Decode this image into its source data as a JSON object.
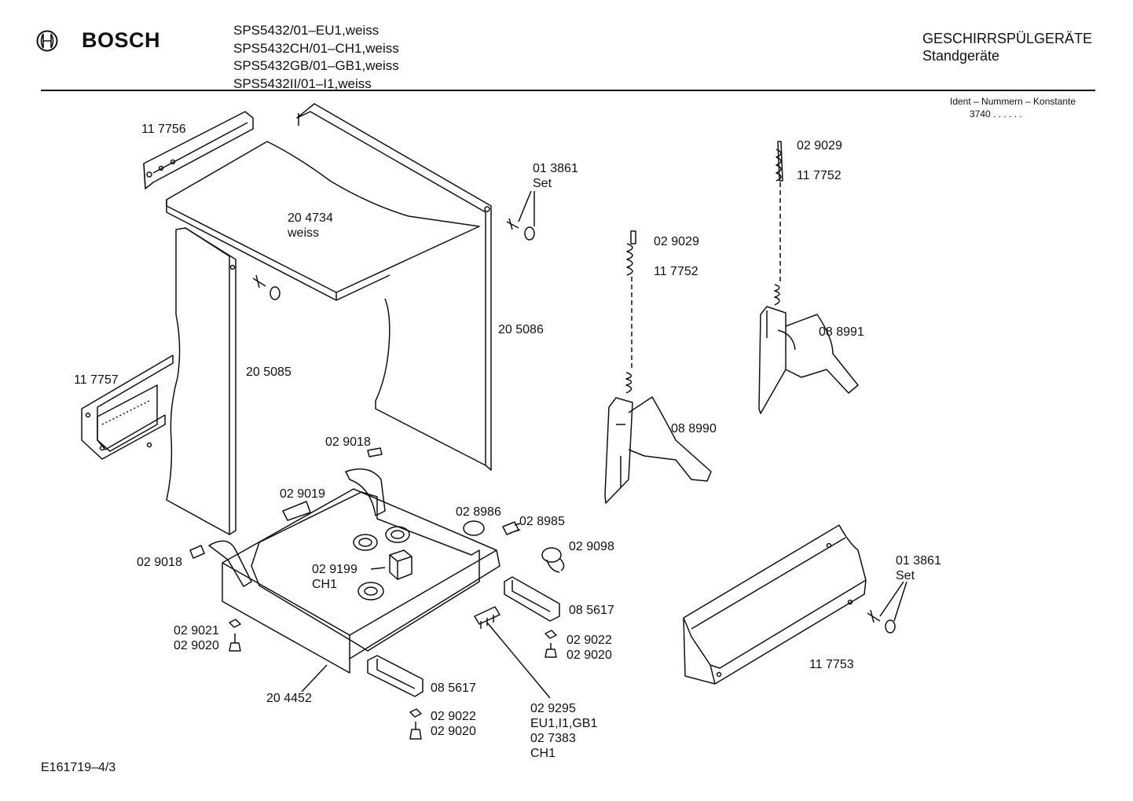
{
  "header": {
    "brand": "BOSCH",
    "models": [
      "SPS5432/01–EU1,weiss",
      "SPS5432CH/01–CH1,weiss",
      "SPS5432GB/01–GB1,weiss",
      "SPS5432II/01–I1,weiss"
    ],
    "category": "GESCHIRRSPÜLGERÄTE",
    "subcategory": "Standgeräte"
  },
  "ident": {
    "label": "Ident – Nummern – Konstante",
    "value": "3740  .  .  .  .  .  ."
  },
  "drawing_code": "E161719–4/3",
  "parts": {
    "p117756": "11 7756",
    "p204734": "20 4734",
    "p204734_color": "weiss",
    "p013861a": "01 3861",
    "p013861a_note": "Set",
    "p029029a": "02 9029",
    "p117752a": "11 7752",
    "p029029b": "02 9029",
    "p117752b": "11 7752",
    "p205086": "20 5086",
    "p088991": "08 8991",
    "p117757": "11 7757",
    "p205085": "20 5085",
    "p088990": "08 8990",
    "p029018a": "02 9018",
    "p029019": "02 9019",
    "p028986": "02 8986",
    "p028985": "02 8985",
    "p029098": "02 9098",
    "p029018b": "02 9018",
    "p029199": "02 9199",
    "p029199_note": "CH1",
    "p013861b": "01 3861",
    "p013861b_note": "Set",
    "p085617a": "08 5617",
    "p029021": "02 9021",
    "p029020a": "02 9020",
    "p029022a": "02 9022",
    "p029020b": "02 9020",
    "p117753": "11 7753",
    "p085617b": "08 5617",
    "p204452": "20 4452",
    "p029022b": "02 9022",
    "p029020c": "02 9020",
    "p029295": "02 9295",
    "p029295_note": "EU1,I1,GB1",
    "p027383": "02 7383",
    "p027383_note": "CH1"
  }
}
